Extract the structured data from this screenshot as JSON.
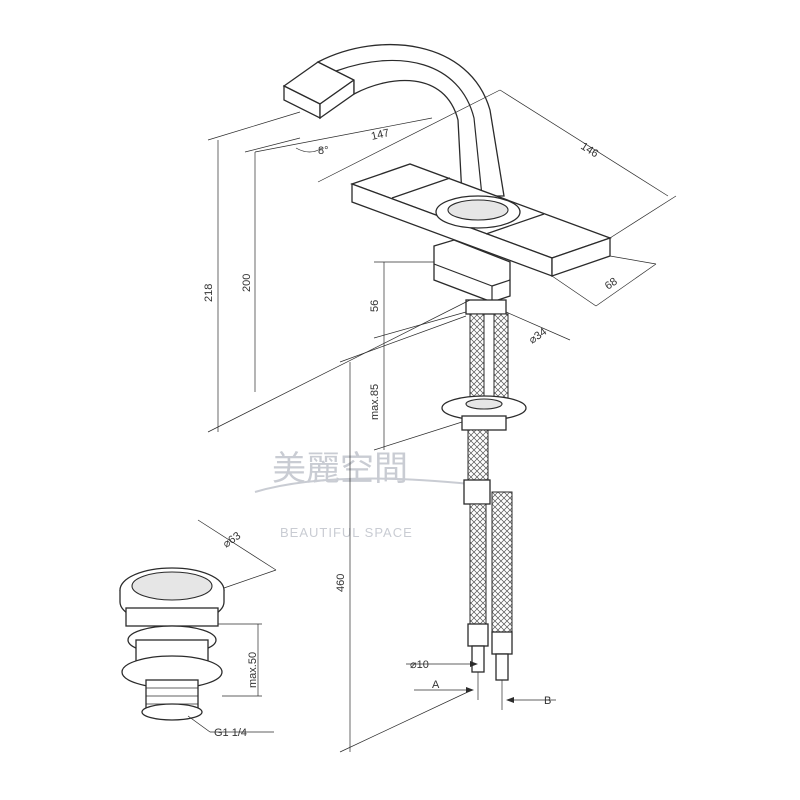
{
  "watermark": {
    "chinese": "美麗空間",
    "english": "BEAUTIFUL SPACE",
    "color": "#c9ccd3"
  },
  "dimensions": {
    "spout_projection": "147",
    "body_length": "146",
    "total_height": "218",
    "spout_height": "200",
    "body_height": "56",
    "body_width": "68",
    "mount_diameter": "⌀34",
    "deck_thickness": "max.85",
    "hose_length": "460",
    "hose_diameter": "⌀10",
    "spout_angle": "8°",
    "hose_a": "A",
    "hose_b": "B",
    "drain_diameter": "⌀63",
    "drain_max": "max.50",
    "drain_thread": "G1 1/4"
  },
  "line_color": "#2b2b2b"
}
